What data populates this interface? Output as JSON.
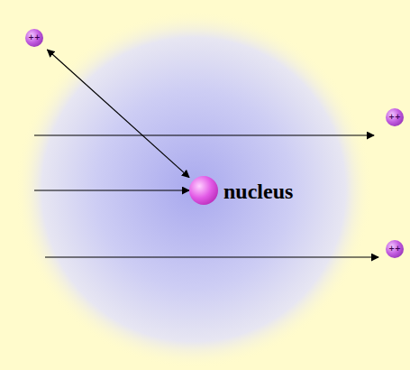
{
  "diagram": {
    "nodes": [
      {
        "text": [
          "++"
        ]
      },
      {
        "text": [
          "++"
        ]
      },
      {
        "text": [
          "nucleus"
        ]
      },
      {
        "text": [
          "++"
        ]
      }
    ],
    "edges": [
      {
        "from": 2,
        "to": 0,
        "arrow": "both"
      }
    ]
  }
}
